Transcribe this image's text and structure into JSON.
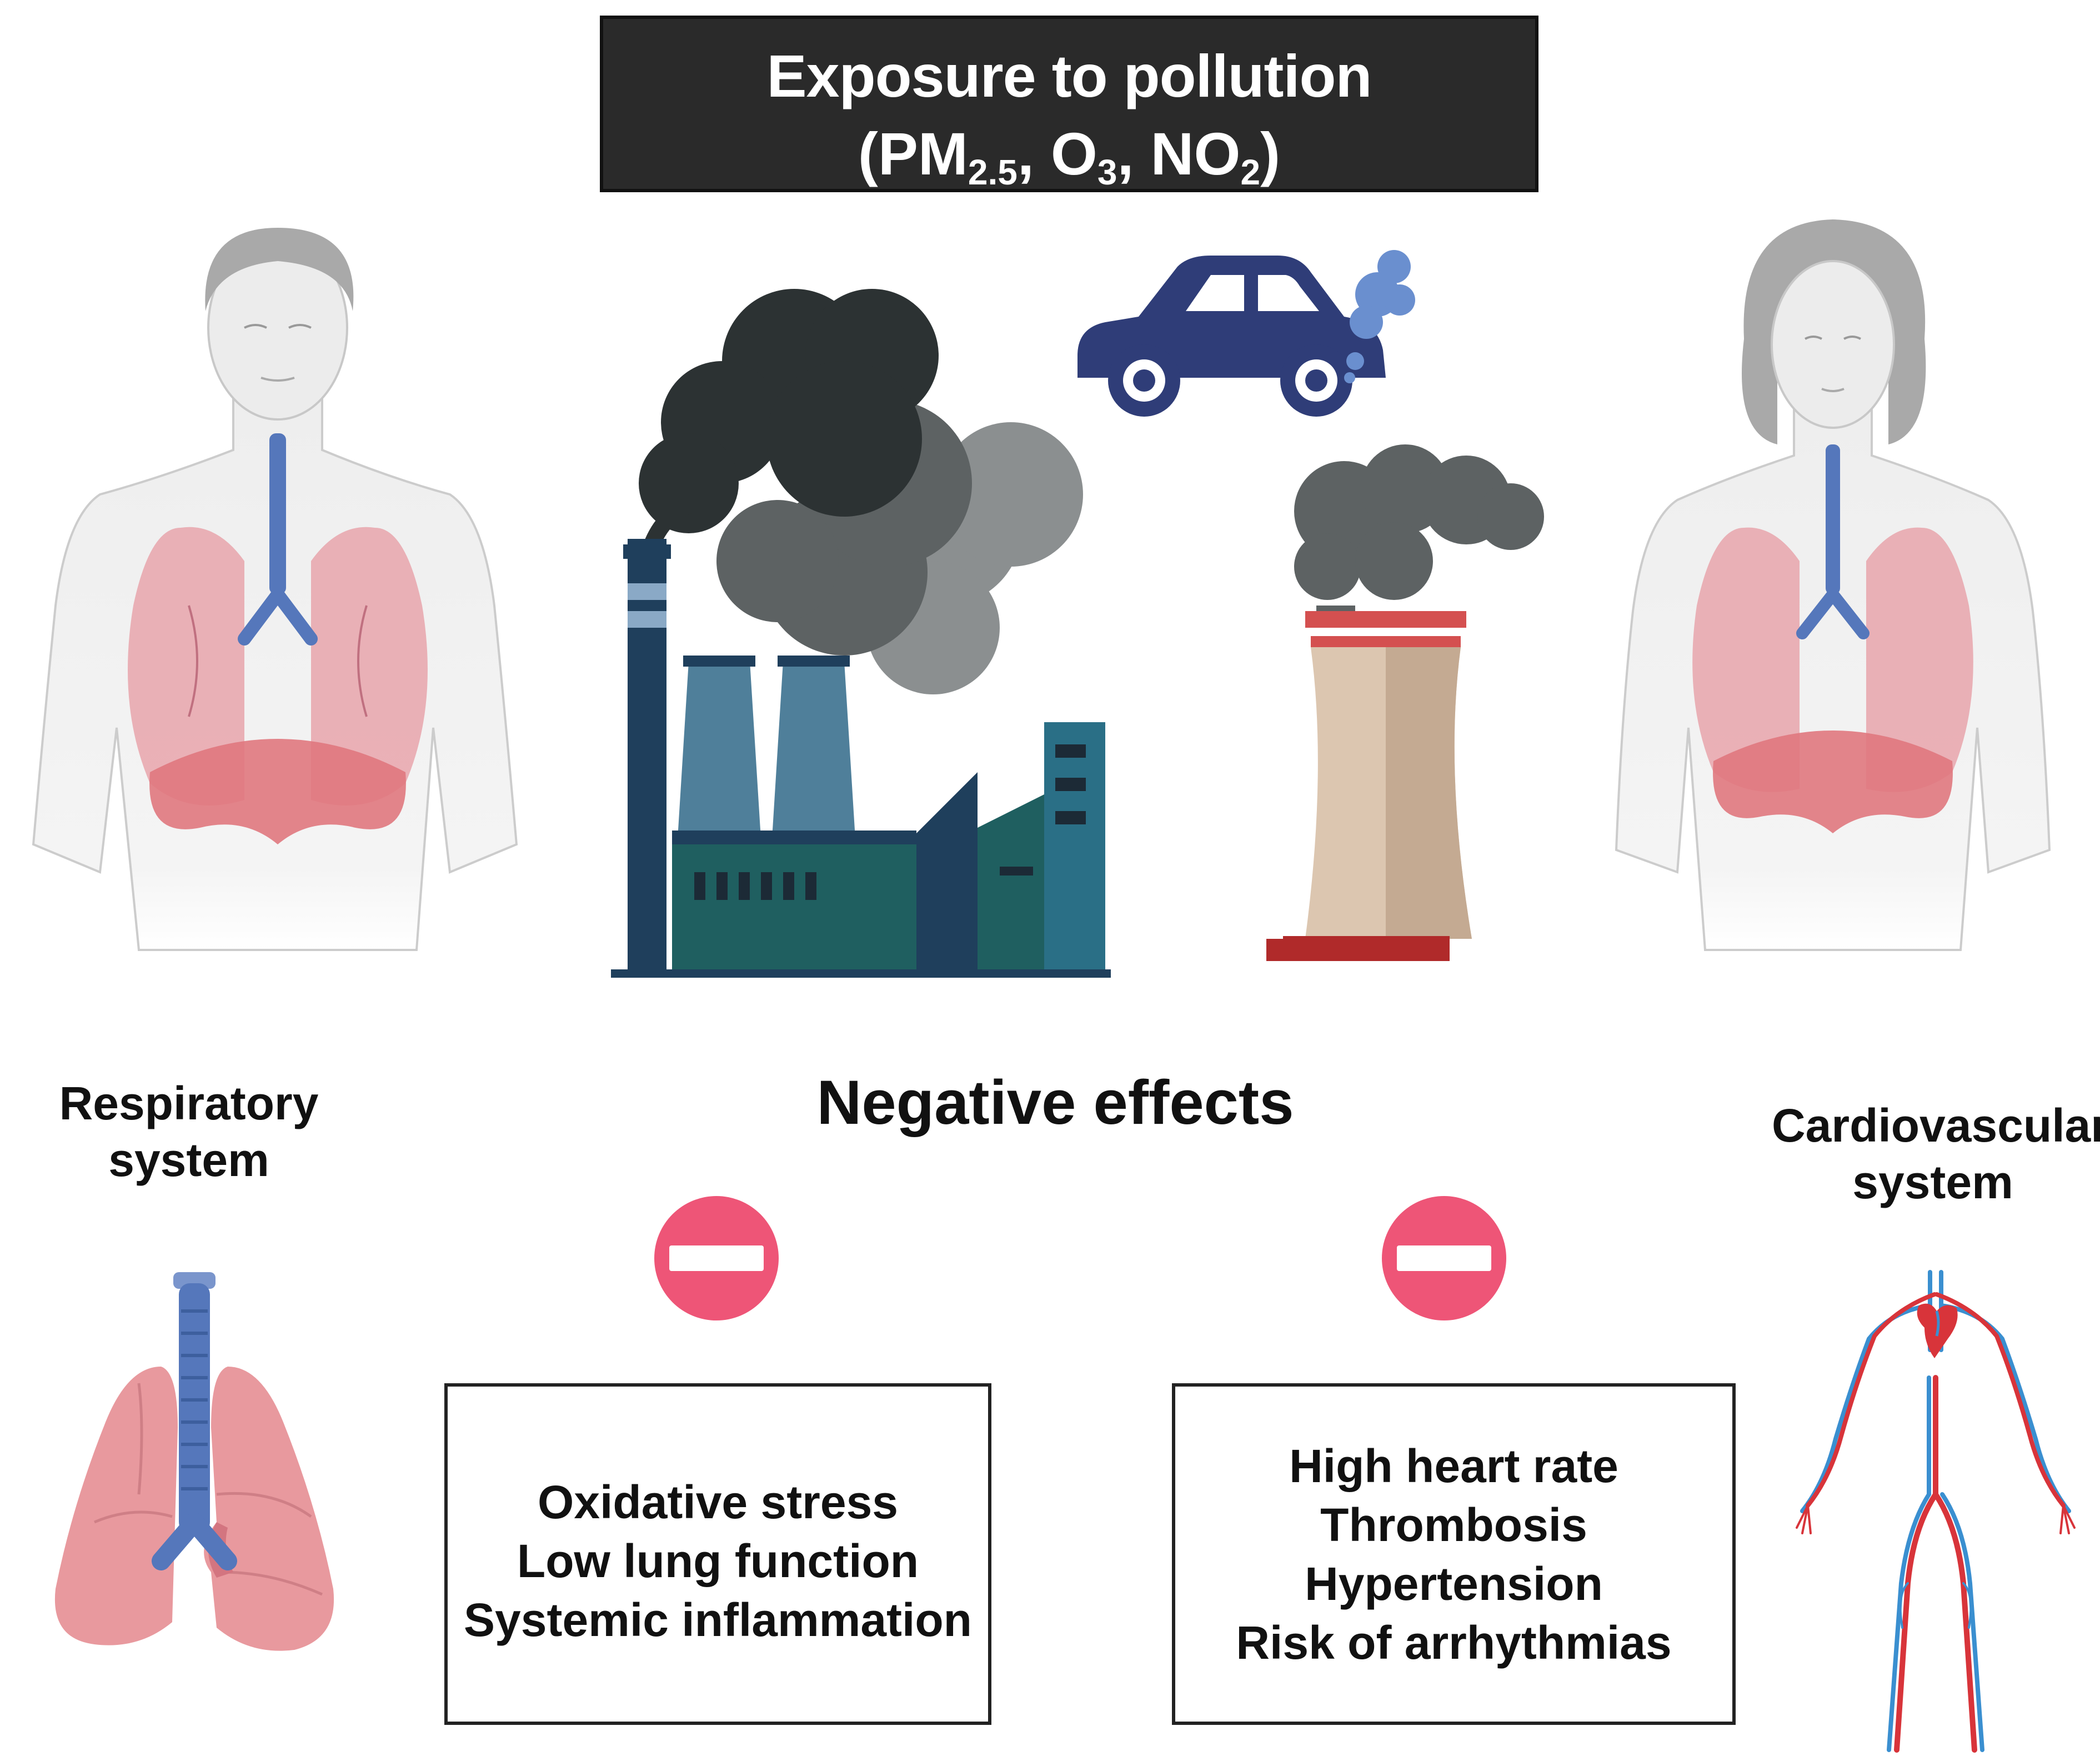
{
  "header": {
    "title_line1": "Exposure to pollution",
    "pollutants": [
      {
        "base": "PM",
        "sub": "2.5",
        "sep": ", "
      },
      {
        "base": "O",
        "sub": "3",
        "sep": ", "
      },
      {
        "base": "NO",
        "sub": "2",
        "sep": ""
      }
    ]
  },
  "center_heading": "Negative effects",
  "left_panel": {
    "system_label_line1": "Respiratory",
    "system_label_line2": "system",
    "effects": [
      "Oxidative stress",
      "Low lung function",
      "Systemic inflammation"
    ]
  },
  "right_panel": {
    "system_label_line1": "Cardiovascular",
    "system_label_line2": "system",
    "effects": [
      "High heart rate",
      "Thrombosis",
      "Hypertension",
      "Risk of arrhythmias"
    ]
  },
  "colors": {
    "header_bg": "#2a2a2a",
    "minus_sign": "#ee5577",
    "lung_pink": "#e8999e",
    "trachea_blue": "#5577bb",
    "factory_dark": "#1f3f5c",
    "factory_teal": "#1f5f60",
    "car_navy": "#2f3d78",
    "exhaust_blue": "#6a8fcf",
    "smoke_dark": "#2c3233",
    "smoke_mid": "#5d6263",
    "smoke_light": "#8b8f90",
    "tower_beige": "#dcc6b0",
    "tower_red": "#b02a2a",
    "artery_red": "#d8343a",
    "vein_blue": "#3a8fd0"
  },
  "icons": [
    "male-body-lungs-icon",
    "female-body-lungs-icon",
    "factory-icon",
    "car-icon",
    "cooling-tower-icon",
    "minus-sign-icon",
    "lungs-icon",
    "circulatory-system-icon"
  ]
}
